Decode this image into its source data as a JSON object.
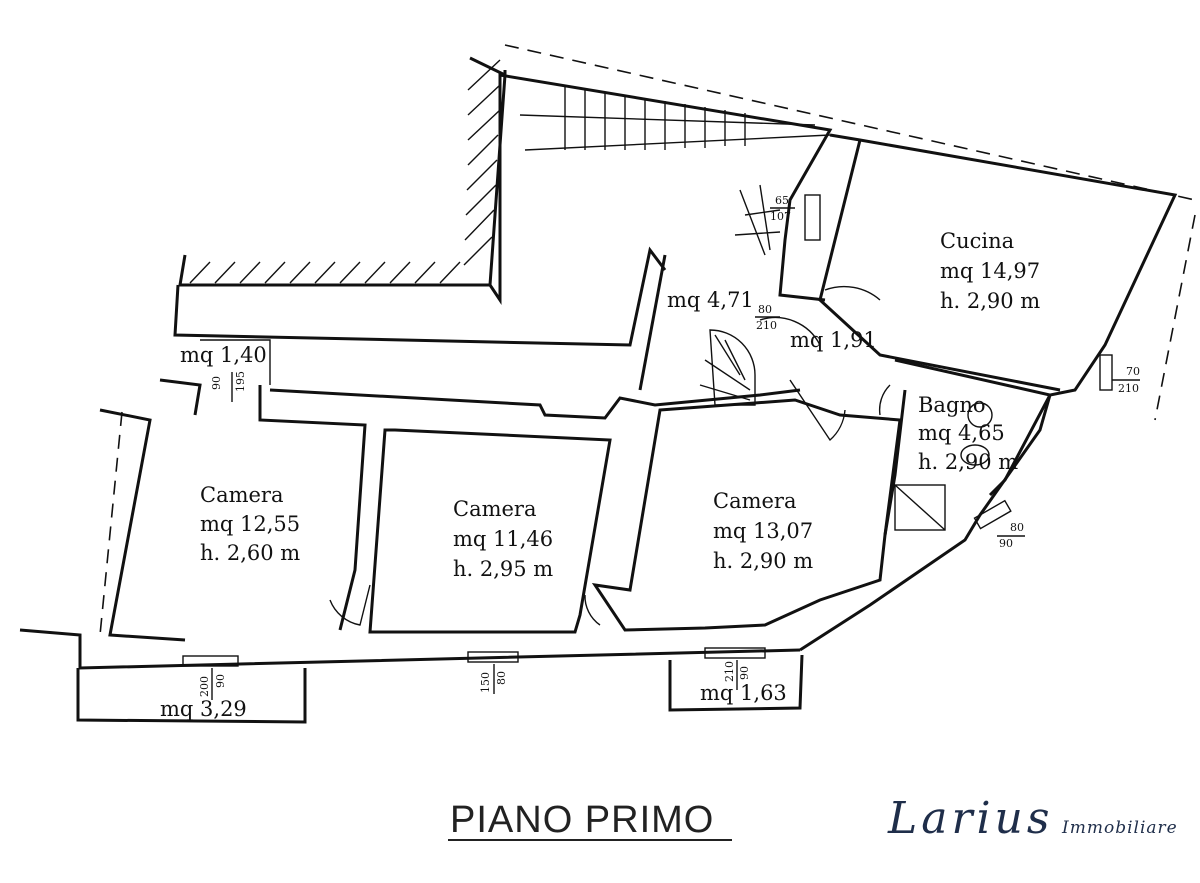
{
  "rooms": {
    "camera1": {
      "name": "Camera",
      "area": "mq 12,55",
      "height": "h. 2,60 m"
    },
    "camera2": {
      "name": "Camera",
      "area": "mq 11,46",
      "height": "h. 2,95 m"
    },
    "camera3": {
      "name": "Camera",
      "area": "mq 13,07",
      "height": "h. 2,90 m"
    },
    "cucina": {
      "name": "Cucina",
      "area": "mq 14,97",
      "height": "h. 2,90 m"
    },
    "bagno": {
      "name": "Bagno",
      "area": "mq 4,65",
      "height": "h. 2,90 m"
    },
    "disimpegno": {
      "area": "mq 1,91"
    },
    "scala": {
      "area": "mq 4,71"
    }
  },
  "balconies": {
    "top": "mq 1,40",
    "left": "mq 3,29",
    "right": "mq 1,63"
  },
  "openings": {
    "stair_door": {
      "w": "65",
      "h": "107"
    },
    "hall_door": {
      "w": "80",
      "h": "210"
    },
    "cucina_window": {
      "w": "70",
      "h": "210"
    },
    "bagno_window": {
      "w": "80",
      "h": "90"
    },
    "top_window": {
      "w": "90",
      "h": "195"
    },
    "left_window": {
      "w": "90",
      "h": "200"
    },
    "mid_window": {
      "w": "80",
      "h": "150"
    },
    "right_window": {
      "w": "90",
      "h": "210"
    }
  },
  "title": "PIANO PRIMO",
  "brand": {
    "name": "Larius",
    "tagline": "Immobiliare"
  }
}
